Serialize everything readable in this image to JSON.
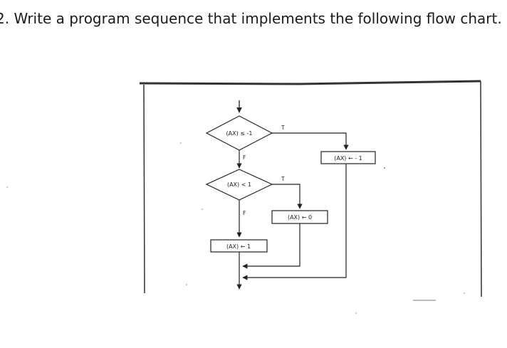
{
  "question": {
    "text": "2. Write a program sequence that implements the following flow chart."
  },
  "flowchart": {
    "decision1": {
      "text": "(AX) ≤ -1",
      "true_label": "T",
      "false_label": "F"
    },
    "decision2": {
      "text": "(AX) < 1",
      "true_label": "T",
      "false_label": "F"
    },
    "process_neg1": {
      "text": "(AX) ← - 1"
    },
    "process_zero": {
      "text": "(AX) ← 0"
    },
    "process_one": {
      "text": "(AX) ← 1"
    }
  }
}
